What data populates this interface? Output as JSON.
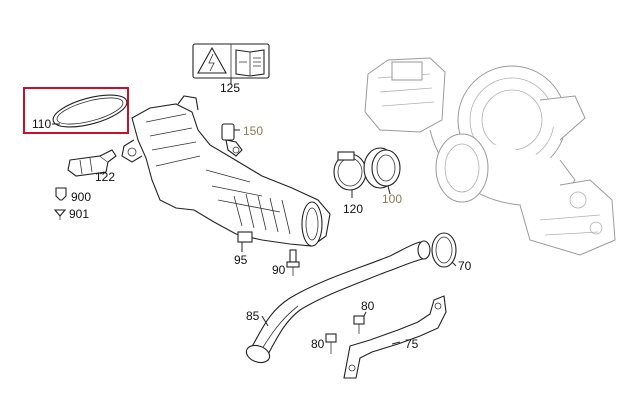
{
  "diagram": {
    "highlight_color": "#c8102e",
    "faded_label_color": "#8a7a55",
    "labels": {
      "p125": "125",
      "p110": "110",
      "p150": "150",
      "p122": "122",
      "p900": "900",
      "p901": "901",
      "p120": "120",
      "p100": "100",
      "p95": "95",
      "p90": "90",
      "p70": "70",
      "p80a": "80",
      "p85": "85",
      "p80b": "80",
      "p75": "75"
    },
    "icons": [
      "electrical-warning-icon",
      "workshop-manual-icon"
    ]
  }
}
